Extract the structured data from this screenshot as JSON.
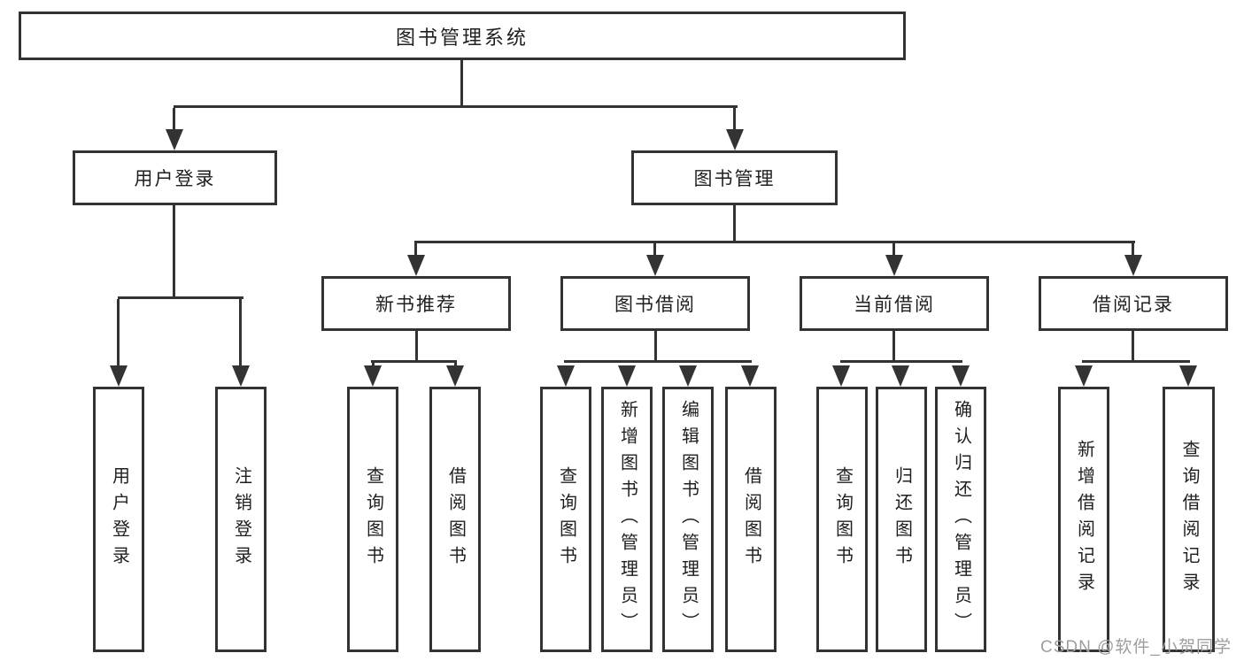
{
  "diagram_title": "图书管理系统",
  "tree": {
    "root": {
      "label": "图书管理系统"
    },
    "level2": [
      {
        "label": "用户登录"
      },
      {
        "label": "图书管理"
      }
    ],
    "level3": [
      {
        "label": "新书推荐"
      },
      {
        "label": "图书借阅"
      },
      {
        "label": "当前借阅"
      },
      {
        "label": "借阅记录"
      }
    ],
    "leaves": {
      "user_login": [
        {
          "label": "用户登录"
        },
        {
          "label": "注销登录"
        }
      ],
      "new_book": [
        {
          "label": "查询图书"
        },
        {
          "label": "借阅图书"
        }
      ],
      "book_borrow": [
        {
          "label": "查询图书"
        },
        {
          "label": "新增图书（管理员）"
        },
        {
          "label": "编辑图书（管理员）"
        },
        {
          "label": "借阅图书"
        }
      ],
      "current_borrow": [
        {
          "label": "查询图书"
        },
        {
          "label": "归还图书"
        },
        {
          "label": "确认归还（管理员）"
        }
      ],
      "borrow_record": [
        {
          "label": "新增借阅记录"
        },
        {
          "label": "查询借阅记录"
        }
      ]
    }
  },
  "watermark": "CSDN @软件_小贺同学",
  "colors": {
    "line": "#333333",
    "box_border": "#333333",
    "text": "#1f1f1f",
    "background": "#ffffff",
    "watermark": "#9e9e9e"
  }
}
